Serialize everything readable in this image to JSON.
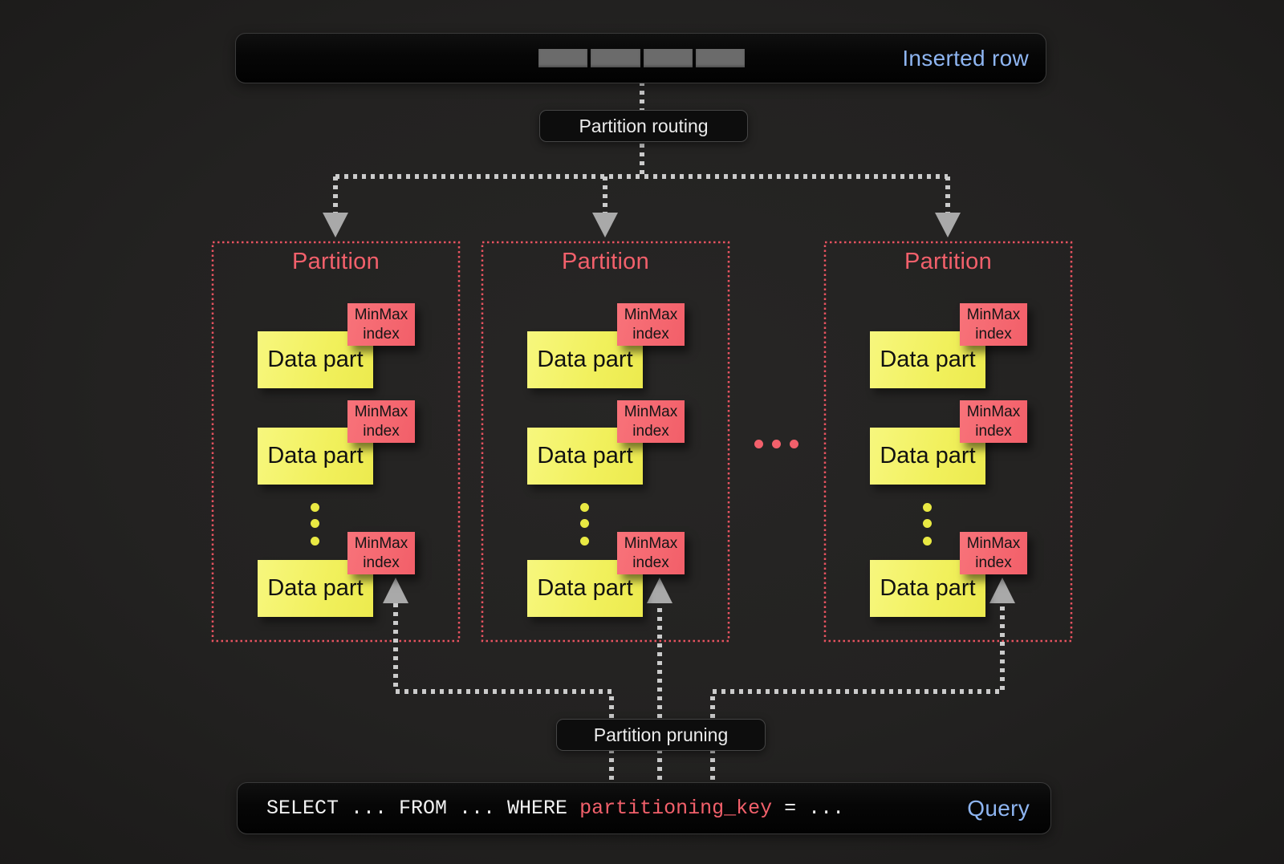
{
  "colors": {
    "bg": "#232221",
    "panel": "#060606",
    "salmon": "#f2606b",
    "salmonborder": "#e85360",
    "yellow": "#f1f05c",
    "blue": "#8eb5f1",
    "segment": "#6b6b6b",
    "dot": "#c9c9c9",
    "arrow": "#a9a9a9"
  },
  "inserted_row": {
    "label": "Inserted row",
    "segment_count": 4
  },
  "labels": {
    "routing": "Partition routing",
    "pruning": "Partition pruning"
  },
  "partitions": [
    {
      "title": "Partition",
      "parts": [
        {
          "label": "Data part",
          "index_label": "MinMax index"
        },
        {
          "label": "Data part",
          "index_label": "MinMax index"
        },
        {
          "label": "Data part",
          "index_label": "MinMax index"
        }
      ]
    },
    {
      "title": "Partition",
      "parts": [
        {
          "label": "Data part",
          "index_label": "MinMax index"
        },
        {
          "label": "Data part",
          "index_label": "MinMax index"
        },
        {
          "label": "Data part",
          "index_label": "MinMax index"
        }
      ]
    },
    {
      "title": "Partition",
      "parts": [
        {
          "label": "Data part",
          "index_label": "MinMax index"
        },
        {
          "label": "Data part",
          "index_label": "MinMax index"
        },
        {
          "label": "Data part",
          "index_label": "MinMax index"
        }
      ]
    }
  ],
  "query": {
    "select": "SELECT ... FROM ... WHERE ",
    "key": "partitioning_key",
    "equals": " = ...",
    "label": "Query"
  }
}
